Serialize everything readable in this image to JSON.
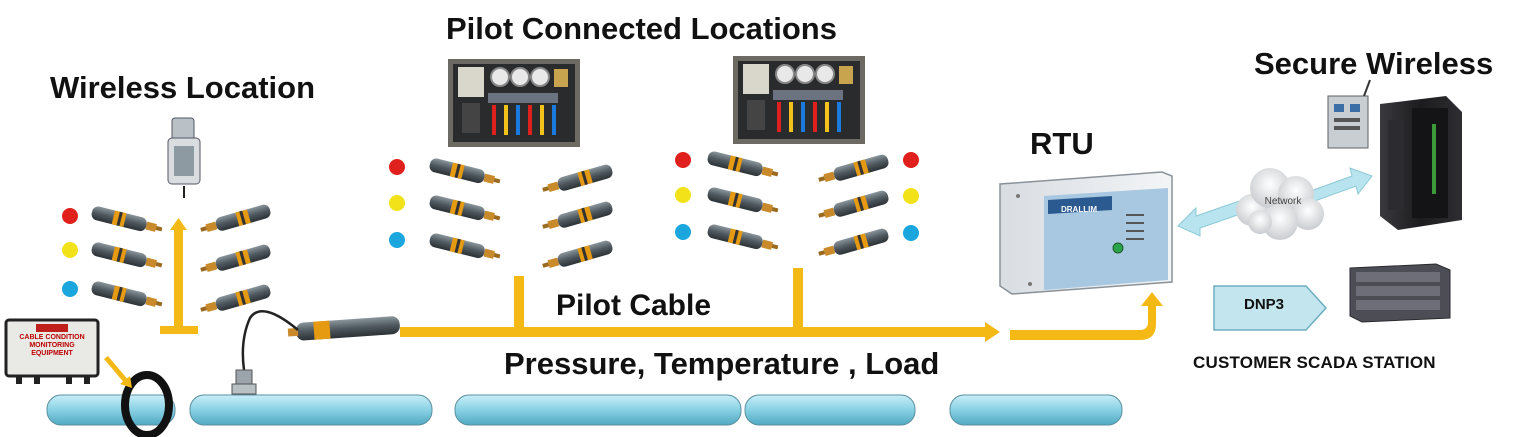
{
  "labels": {
    "wireless_location": "Wireless Location",
    "pilot_connected_locations": "Pilot Connected Locations",
    "rtu": "RTU",
    "secure_wireless": "Secure Wireless",
    "pilot_cable": "Pilot Cable",
    "measurements": "Pressure, Temperature , Load",
    "network": "Network",
    "protocol": "DNP3",
    "customer_scada_station": "CUSTOMER SCADA STATION",
    "monitoring_box": "CABLE CONDITION MONITORING EQUIPMENT",
    "brand": "DRALLIM"
  },
  "colors": {
    "flow_arrow": "#f5b915",
    "pipe": "#8fd4e6",
    "phase_red": "#e0201c",
    "phase_yellow": "#f2e21a",
    "phase_blue": "#1ba6de",
    "wireless_arrow": "#b7e4ee",
    "sensor_body": "#5a646a",
    "sensor_band": "#e59a12"
  },
  "icons": [
    "pipe-icon",
    "sensor-icon",
    "wireless-sensor-icon",
    "junction-box-photo",
    "rtu-icon",
    "cloud-icon",
    "server-rack-icon",
    "scada-server-icon",
    "monitoring-box-icon",
    "ct-clamp-icon"
  ]
}
